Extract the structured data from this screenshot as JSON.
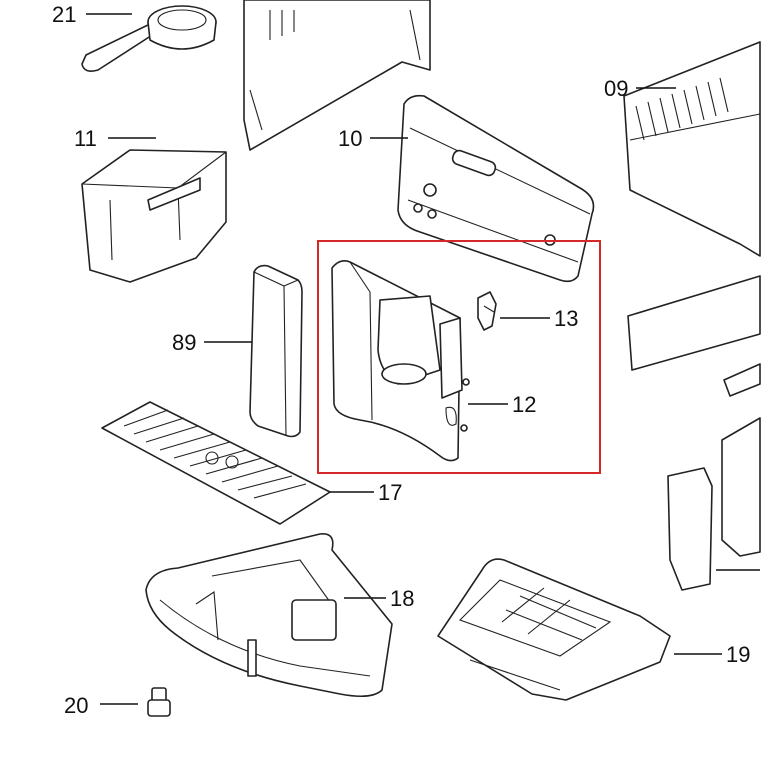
{
  "diagram": {
    "highlight_color": "#d62828",
    "callouts": {
      "c21": "21",
      "c11": "11",
      "c10": "10",
      "c09": "09",
      "c89": "89",
      "c13": "13",
      "c12": "12",
      "c17": "17",
      "c18": "18",
      "c19": "19",
      "c20": "20"
    }
  }
}
